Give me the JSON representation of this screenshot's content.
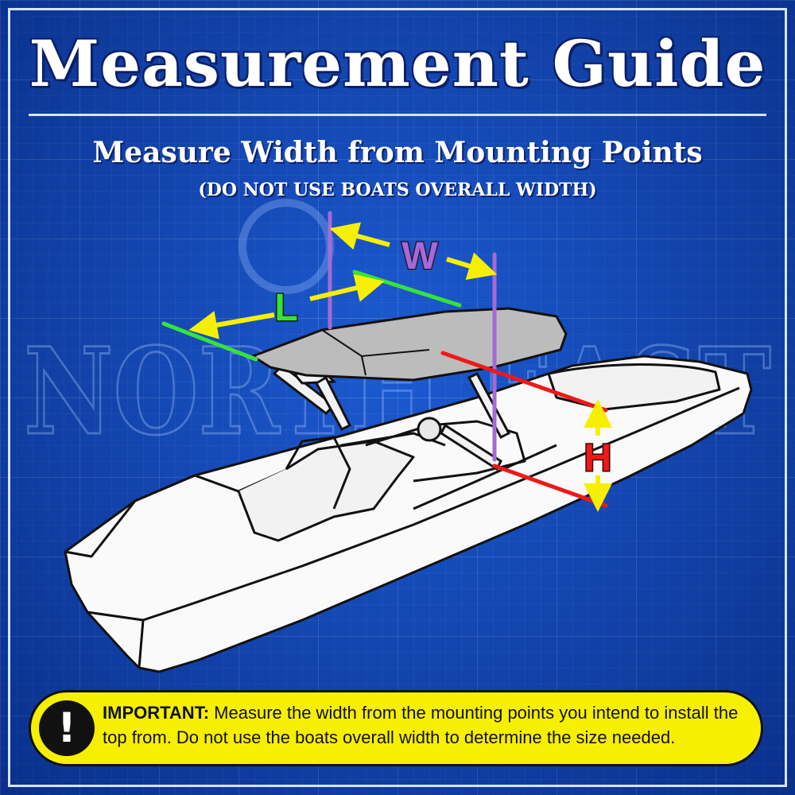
{
  "header": {
    "title": "Measurement Guide",
    "subtitle": "Measure Width from Mounting Points",
    "subnote": "(DO NOT USE BOATS OVERALL WIDTH)"
  },
  "watermark": {
    "text": "NORTH EAST"
  },
  "dimensions": {
    "length_label": "L",
    "width_label": "W",
    "height_label": "H"
  },
  "colors": {
    "background": "#1550c4",
    "length": "#37e33a",
    "width": "#a46ad6",
    "height": "#f01818",
    "arrow": "#f6f000",
    "callout": "#f6f000"
  },
  "callout": {
    "icon": "exclamation-icon",
    "label": "IMPORTANT:",
    "text": "Measure the width from the mounting points you intend to install the top from. Do not use the boats overall width to determine the size needed."
  }
}
